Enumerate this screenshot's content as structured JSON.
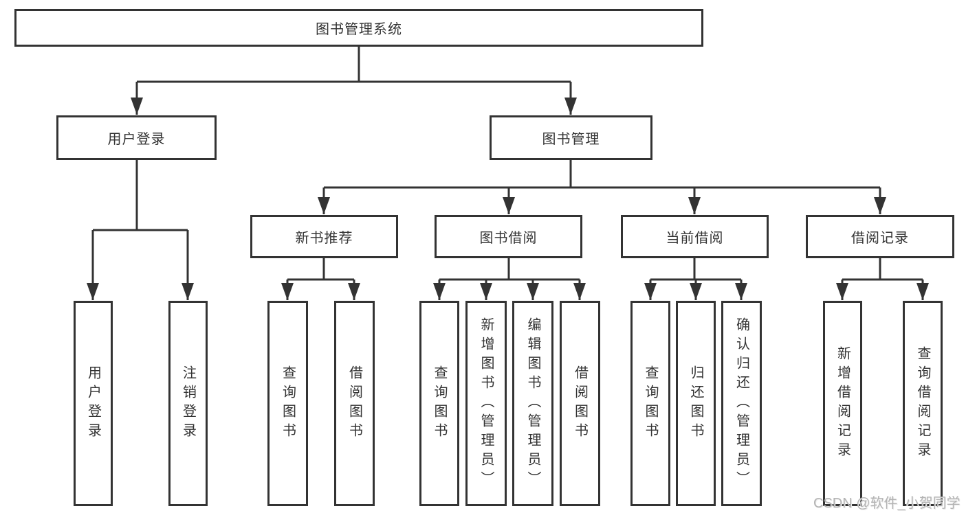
{
  "diagram": {
    "type": "hierarchy-tree",
    "title": "图书管理系统",
    "nodes": {
      "root": "图书管理系统",
      "user_login": "用户登录",
      "book_management": "图书管理",
      "leaf_user_login": "用户登录",
      "leaf_logout": "注销登录",
      "new_book_recommend": "新书推荐",
      "nbr_query_book": "查询图书",
      "nbr_borrow_book": "借阅图书",
      "book_borrow": "图书借阅",
      "bb_query_book": "查询图书",
      "bb_add_book": "新增图书（管理员）",
      "bb_edit_book": "编辑图书（管理员）",
      "bb_borrow_book": "借阅图书",
      "current_borrow": "当前借阅",
      "cb_query_book": "查询图书",
      "cb_return_book": "归还图书",
      "cb_confirm_return": "确认归还（管理员）",
      "borrow_records": "借阅记录",
      "br_add_record": "新增借阅记录",
      "br_query_record": "查询借阅记录"
    },
    "edges": [
      "root -> user_login",
      "root -> book_management",
      "user_login -> leaf_user_login",
      "user_login -> leaf_logout",
      "book_management -> new_book_recommend",
      "book_management -> book_borrow",
      "book_management -> current_borrow",
      "book_management -> borrow_records",
      "new_book_recommend -> nbr_query_book",
      "new_book_recommend -> nbr_borrow_book",
      "book_borrow -> bb_query_book",
      "book_borrow -> bb_add_book",
      "book_borrow -> bb_edit_book",
      "book_borrow -> bb_borrow_book",
      "current_borrow -> cb_query_book",
      "current_borrow -> cb_return_book",
      "current_borrow -> cb_confirm_return",
      "borrow_records -> br_add_record",
      "borrow_records -> br_query_record"
    ],
    "colors": {
      "line": "#333333",
      "box_border": "#333333",
      "text": "#333333",
      "background": "#ffffff",
      "watermark": "#b4b4b4"
    }
  },
  "watermark": {
    "text": "CSDN @软件_小贺同学"
  }
}
